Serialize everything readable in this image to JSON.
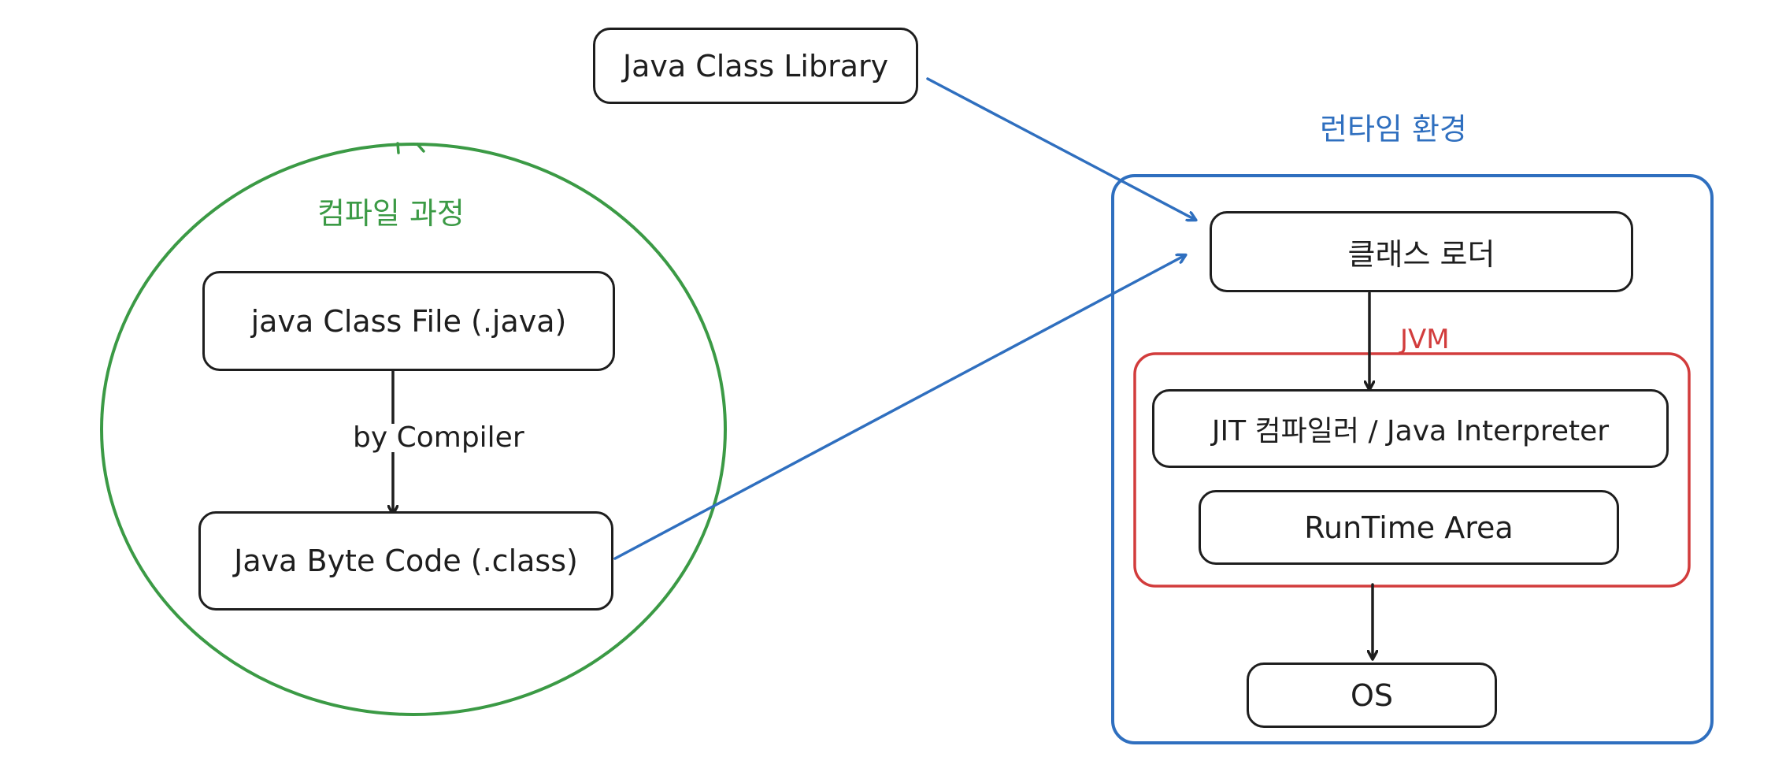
{
  "colors": {
    "green": "#3b9a45",
    "blue": "#2f6fbf",
    "red": "#d23c3c",
    "ink": "#1e1e1e"
  },
  "library": {
    "label": "Java Class Library"
  },
  "compile": {
    "title": "컴파일 과정",
    "source_file": "java Class File (.java)",
    "edge_label": "by Compiler",
    "byte_code": "Java Byte Code (.class)"
  },
  "runtime": {
    "title": "런타임 환경",
    "class_loader": "클래스 로더",
    "jvm": {
      "title": "JVM",
      "jit": "JIT 컴파일러 / Java Interpreter",
      "runtime_area": "RunTime Area"
    },
    "os": "OS"
  }
}
